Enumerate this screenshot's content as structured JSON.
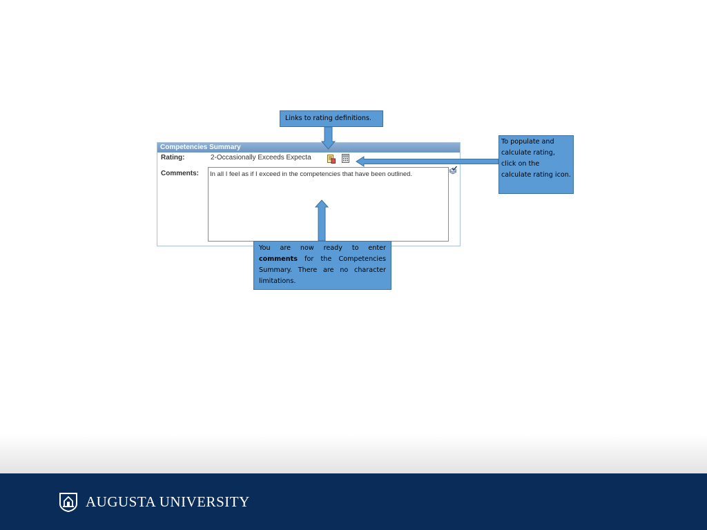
{
  "panel": {
    "title": "Competencies Summary",
    "rating_label": "Rating:",
    "rating_value": "2-Occasionally Exceeds Expecta",
    "comments_label": "Comments:",
    "comments_text": "In all I feel as if I exceed in the competencies that have been outlined."
  },
  "callouts": {
    "top": "Links to rating definitions.",
    "right": "To populate and calculate rating, click on the calculate rating icon.",
    "bottom_before": "You are now ready to enter ",
    "bottom_bold": "comments",
    "bottom_after": " for the Competencies Summary.  There are no character limitations."
  },
  "footer": {
    "brand": "AUGUSTA UNIVERSITY"
  },
  "icons": {
    "rating_definitions": "document-list-icon",
    "calculate_rating": "calculator-icon",
    "spell_check": "spell-check-icon"
  },
  "colors": {
    "callout": "#5b9bd5",
    "footer": "#0a2c58",
    "panel_header": "#7aa1cb"
  }
}
